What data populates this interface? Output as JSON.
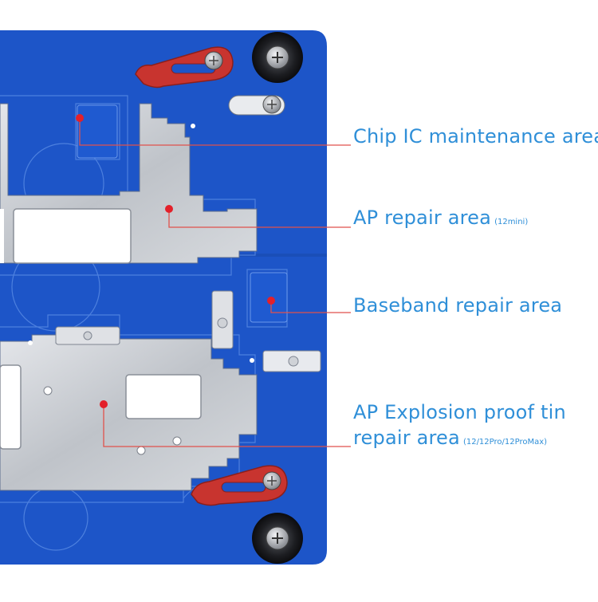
{
  "colors": {
    "board": "#1d55c8",
    "board_dark": "#1747ad",
    "steel": "#c9ccd1",
    "red_clip": "#c8342f",
    "label": "#2f8fd8",
    "callout_line": "#e0524c",
    "marker": "#e3202a"
  },
  "callouts": [
    {
      "label": "Chip IC maintenance area",
      "note": ""
    },
    {
      "label": "AP repair area",
      "note": "(12mini)"
    },
    {
      "label": "Baseband repair area",
      "note": ""
    },
    {
      "label": "AP Explosion proof tin",
      "label_line2": "repair area",
      "note": "(12/12Pro/12ProMax)"
    }
  ]
}
